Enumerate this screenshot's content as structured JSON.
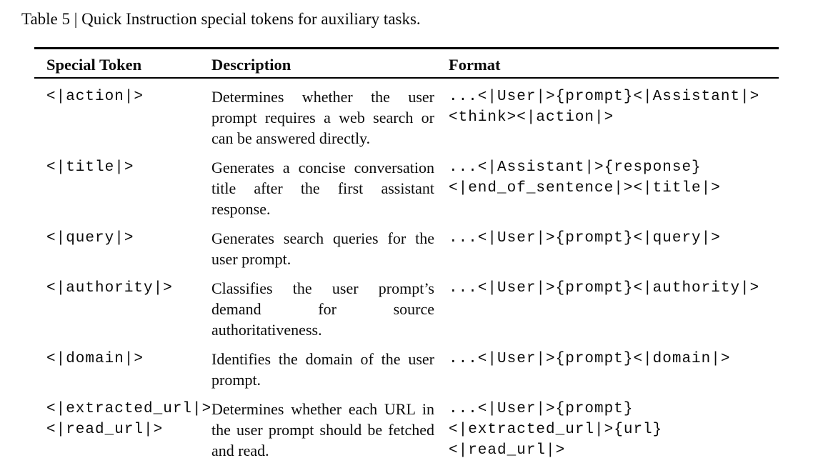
{
  "caption": "Table 5 | Quick Instruction special tokens for auxiliary tasks.",
  "table": {
    "columns": [
      "Special Token",
      "Description",
      "Format"
    ],
    "rows": [
      {
        "tokens": [
          "<|action|>"
        ],
        "description": "Determines whether the user prompt requires a web search or can be answered directly.",
        "format_lines": [
          "...<|User|>{prompt}<|Assistant|>",
          "<think><|action|>"
        ]
      },
      {
        "tokens": [
          "<|title|>"
        ],
        "description": "Generates a concise conversation title after the first assistant response.",
        "format_lines": [
          "...<|Assistant|>{response}",
          "<|end_of_sentence|><|title|>"
        ]
      },
      {
        "tokens": [
          "<|query|>"
        ],
        "description": "Generates search queries for the user prompt.",
        "format_lines": [
          "...<|User|>{prompt}<|query|>"
        ]
      },
      {
        "tokens": [
          "<|authority|>"
        ],
        "description": "Classifies the user prompt’s demand for source authoritativeness.",
        "format_lines": [
          "...<|User|>{prompt}<|authority|>"
        ]
      },
      {
        "tokens": [
          "<|domain|>"
        ],
        "description": "Identifies the domain of the user prompt.",
        "format_lines": [
          "...<|User|>{prompt}<|domain|>"
        ]
      },
      {
        "tokens": [
          "<|extracted_url|>",
          "<|read_url|>"
        ],
        "description": "Determines whether each URL in the user prompt should be fetched and read.",
        "format_lines": [
          "...<|User|>{prompt}",
          "<|extracted_url|>{url}",
          "<|read_url|>"
        ]
      }
    ]
  }
}
